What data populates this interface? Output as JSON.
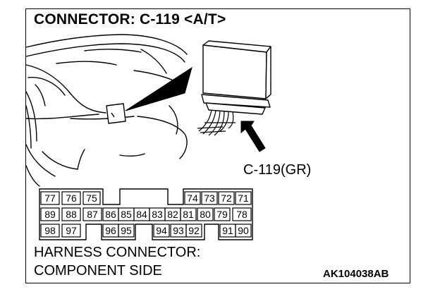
{
  "title": "CONNECTOR: C-119 <A/T>",
  "callout_label": "C-119(GR)",
  "side_label_line1": "HARNESS CONNECTOR:",
  "side_label_line2": "COMPONENT SIDE",
  "figure_code": "AK104038AB",
  "pins": {
    "row1": [
      "77",
      "76",
      "75",
      "74",
      "73",
      "72",
      "71"
    ],
    "row2": [
      "89",
      "88",
      "87",
      "86",
      "85",
      "84",
      "83",
      "82",
      "81",
      "80",
      "79",
      "78"
    ],
    "row3": [
      "98",
      "97",
      "96",
      "95",
      "94",
      "93",
      "92",
      "91",
      "90"
    ]
  }
}
